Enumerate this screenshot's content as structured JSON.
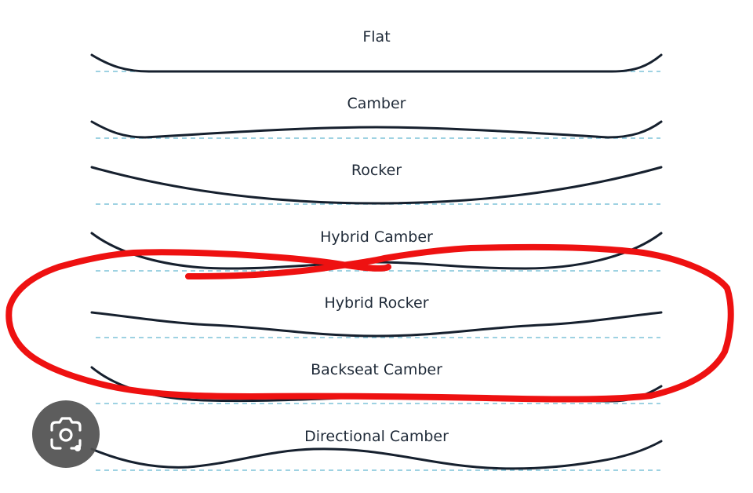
{
  "diagram": {
    "profiles": [
      {
        "id": "flat",
        "label": "Flat"
      },
      {
        "id": "camber",
        "label": "Camber"
      },
      {
        "id": "rocker",
        "label": "Rocker"
      },
      {
        "id": "hybrid-camber",
        "label": "Hybrid Camber"
      },
      {
        "id": "hybrid-rocker",
        "label": "Hybrid Rocker"
      },
      {
        "id": "backseat-camber",
        "label": "Backseat Camber"
      },
      {
        "id": "directional-camber",
        "label": "Directional Camber"
      }
    ],
    "colors": {
      "curve": "#16202e",
      "baseline": "#7fc3d9",
      "annotation": "#ee1111",
      "lens_button": "#4f4f4f"
    },
    "overlay_icon": "google-lens-icon"
  }
}
